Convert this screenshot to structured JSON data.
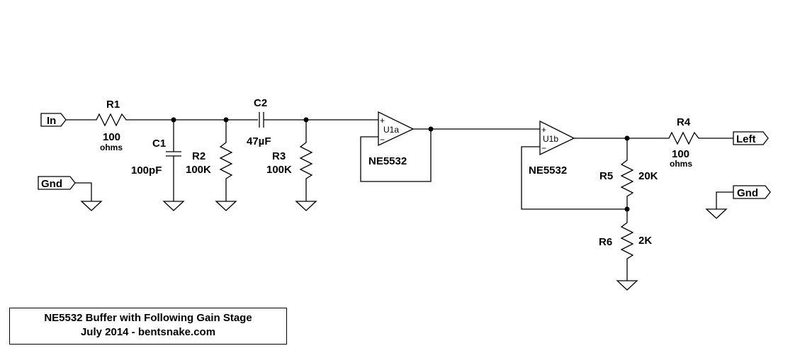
{
  "ports": {
    "in": "In",
    "gnd1": "Gnd",
    "left": "Left",
    "gnd2": "Gnd"
  },
  "components": {
    "r1": {
      "name": "R1",
      "value": "100",
      "unit": "ohms"
    },
    "c1": {
      "name": "C1",
      "value": "100pF"
    },
    "r2": {
      "name": "R2",
      "value": "100K"
    },
    "c2": {
      "name": "C2",
      "value": "47µF"
    },
    "r3": {
      "name": "R3",
      "value": "100K"
    },
    "u1a": {
      "name": "U1a",
      "part": "NE5532"
    },
    "u1b": {
      "name": "U1b",
      "part": "NE5532"
    },
    "r4": {
      "name": "R4",
      "value": "100",
      "unit": "ohms"
    },
    "r5": {
      "name": "R5",
      "value": "20K"
    },
    "r6": {
      "name": "R6",
      "value": "2K"
    }
  },
  "opamp_pins": {
    "plus": "+",
    "minus": "−"
  },
  "title_block": {
    "line1": "NE5532 Buffer with Following Gain Stage",
    "line2": "July 2014 - bentsnake.com"
  }
}
